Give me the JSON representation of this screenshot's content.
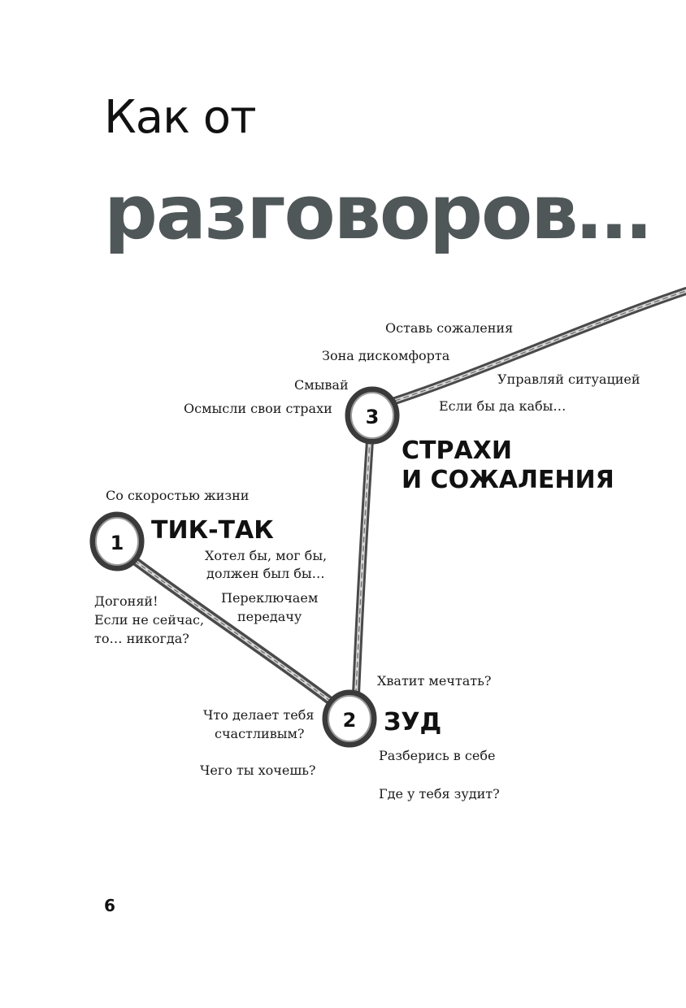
{
  "title": {
    "line1": "Как от",
    "line2": "разговоров…"
  },
  "page_number": "6",
  "nodes": [
    {
      "number": "1",
      "heading": "ТИК-ТАК"
    },
    {
      "number": "2",
      "heading": "ЗУД"
    },
    {
      "number": "3",
      "heading_line1": "СТРАХИ",
      "heading_line2": "И СОЖАЛЕНИЯ"
    }
  ],
  "phrases": {
    "s_speed": "Со скоростью жизни",
    "s_wanted_1": "Хотел бы, мог бы,",
    "s_wanted_2": "должен был бы…",
    "s_switch_1": "Переключаем",
    "s_switch_2": "передачу",
    "s_catch_1": "Догоняй!",
    "s_catch_2": "Если не сейчас,",
    "s_catch_3": "то… никогда?",
    "s_leave": "Оставь сожаления",
    "s_zone": "Зона дискомфорта",
    "s_flush": "Смывай",
    "s_manage": "Управляй ситуацией",
    "s_comprehend": "Осмысли свои страхи",
    "s_ifonly": "Если бы да кабы…",
    "s_dream": "Хватит мечтать?",
    "s_happy_1": "Что делает тебя",
    "s_happy_2": "счастливым?",
    "s_figure": "Разберись в себе",
    "s_want": "Чего ты хочешь?",
    "s_itch": "Где у тебя зудит?"
  },
  "colors": {
    "title_gray": "#505759",
    "line_gray": "#5a5a5a",
    "text": "#111111"
  }
}
